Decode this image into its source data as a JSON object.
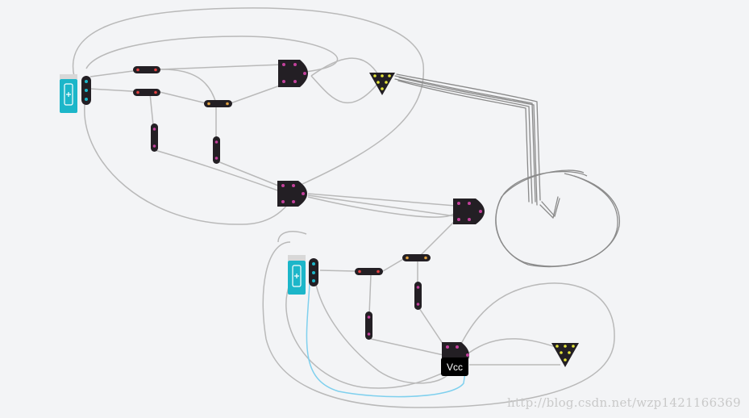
{
  "vcc_tooltip": "Vcc",
  "watermark": "http://blog.csdn.net/wzp1421166369",
  "colors": {
    "background": "#f3f4f6",
    "wire": "#b9b9b9",
    "wire_highlight": "#7fd0ee",
    "battery": "#1cb6c9",
    "board": "#231f24",
    "led_pink": "#c2409b",
    "led_yellow": "#e4e43a",
    "pencil": "#8a8a8a"
  },
  "icons": [
    "battery-icon",
    "resistor-icon",
    "logic-gate-icon",
    "led-triangle-icon",
    "switch-icon",
    "hand-drawn-arrow",
    "hand-drawn-circle"
  ]
}
